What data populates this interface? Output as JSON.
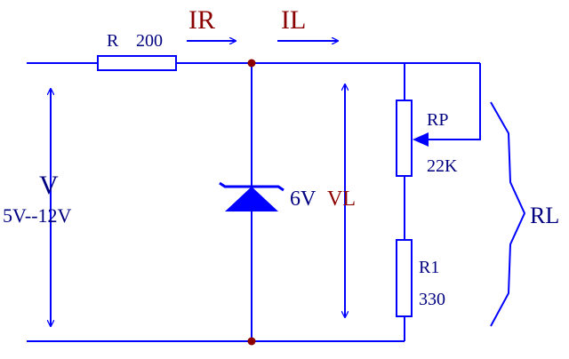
{
  "components": {
    "resistor_series": {
      "name": "R",
      "value": "200"
    },
    "zener": {
      "value": "6V"
    },
    "potentiometer": {
      "name": "RP",
      "value": "22K"
    },
    "resistor_r1": {
      "name": "R1",
      "value": "330"
    }
  },
  "currents": {
    "input": "IR",
    "load": "IL"
  },
  "voltages": {
    "source_symbol": "V",
    "source_range": "5V--12V",
    "load": "VL"
  },
  "load_bracket": "RL",
  "colors": {
    "wire": "#0000ff",
    "component": "#0000ff",
    "node": "#8b0000",
    "current_label": "#8b0000",
    "load_voltage_label": "#8b0000",
    "text": "#000080"
  }
}
